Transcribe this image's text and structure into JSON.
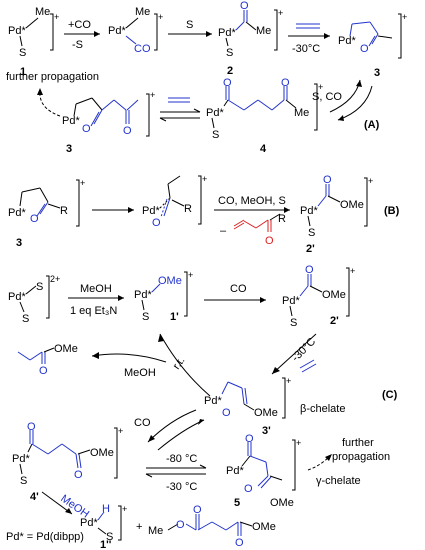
{
  "labels": {
    "pd": "Pd*",
    "s": "S",
    "me": "Me",
    "o": "O",
    "r": "R",
    "ome": "OMe",
    "h": "H",
    "plus": "+",
    "two_plus": "2+"
  },
  "compounds": {
    "c1": "1",
    "c2": "2",
    "c3": "3",
    "c4": "4",
    "c2p": "2'",
    "c1p": "1'",
    "c3p": "3'",
    "c4p": "4'",
    "c5": "5",
    "c1pp": "1''"
  },
  "conditions": {
    "plus_co": "+CO",
    "minus_s": "-S",
    "s_only": "S",
    "minus30": "-30°C",
    "s_co": "S, CO",
    "further_propagation": "further propagation",
    "co_meoh_s": "CO, MeOH, S",
    "minus": "–",
    "meoh": "MeOH",
    "et3n": "1 eq Et₃N",
    "co": "CO",
    "rt": "r.t.",
    "minus30_rot": "-30°C",
    "beta_chelate": "β-chelate",
    "gamma_chelate": "γ-chelate",
    "further": "further",
    "propagation": "propagation",
    "minus80": "-80 °C",
    "minus30b": "-30 °C"
  },
  "panels": {
    "a": "(A)",
    "b": "(B)",
    "c": "(C)"
  },
  "footnote": "Pd* = Pd(dibpp)"
}
